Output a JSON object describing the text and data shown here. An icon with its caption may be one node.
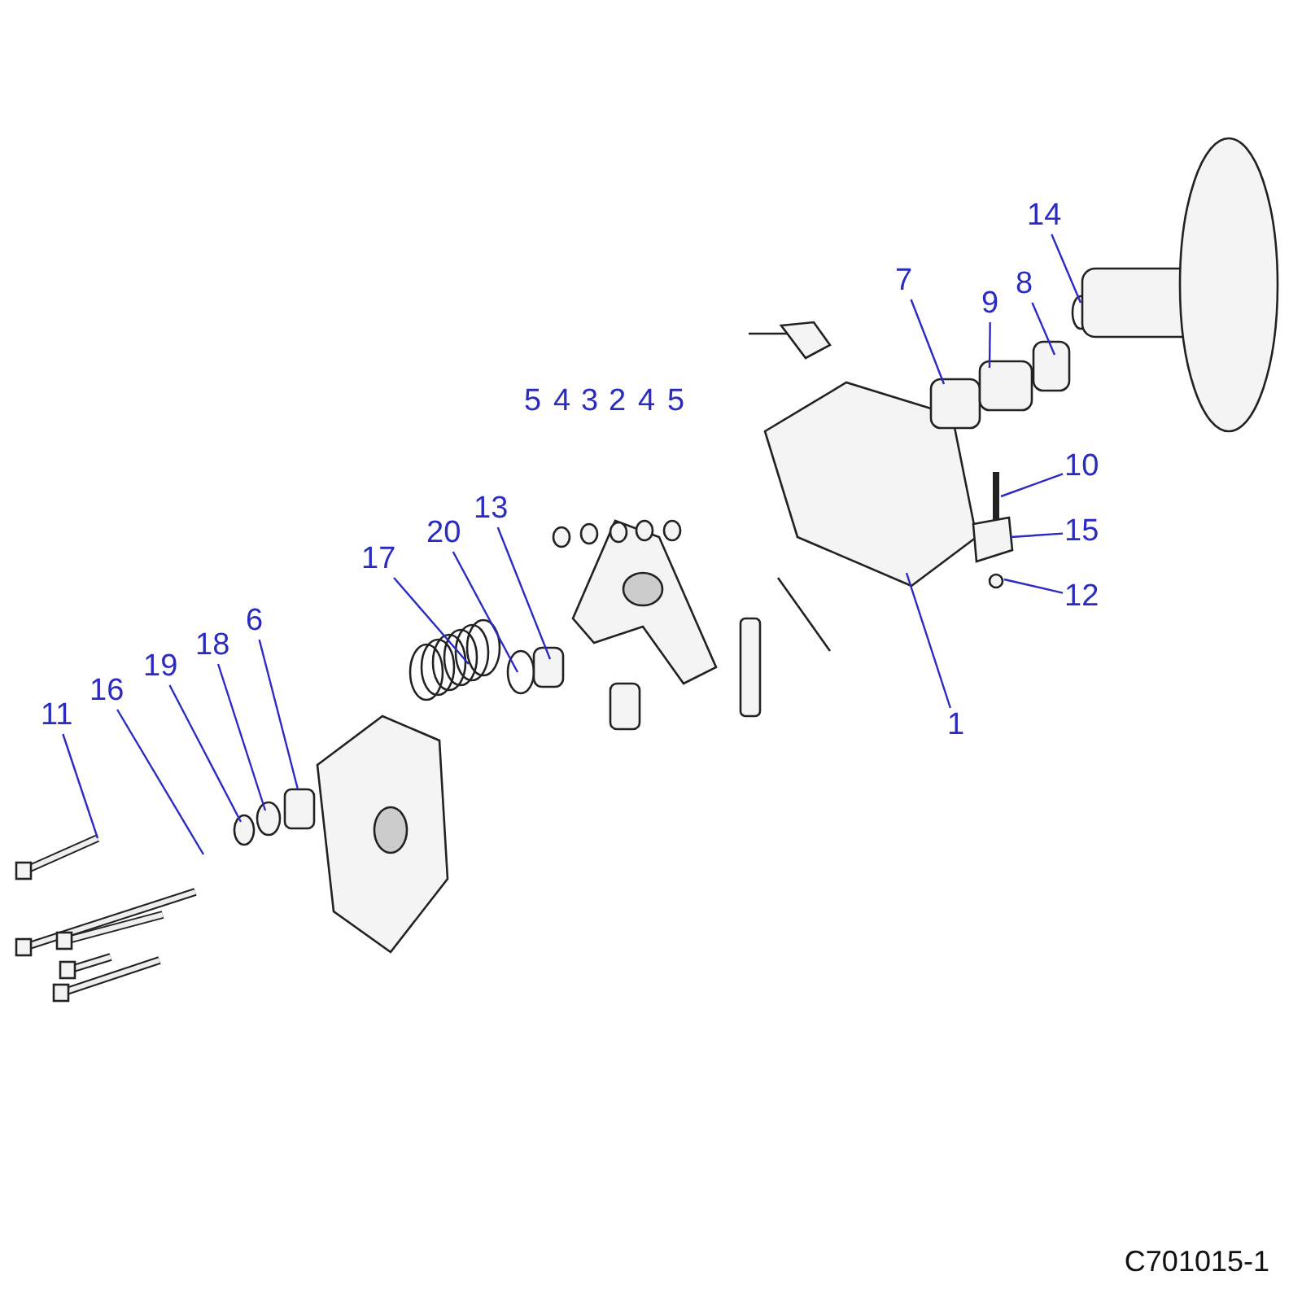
{
  "diagram": {
    "nodes": [
      {
        "text": [
          "11"
        ]
      },
      {
        "text": [
          "16"
        ]
      },
      {
        "text": [
          "19"
        ]
      },
      {
        "text": [
          "18"
        ]
      },
      {
        "text": [
          "6"
        ]
      },
      {
        "text": [
          "17"
        ]
      },
      {
        "text": [
          "20"
        ]
      },
      {
        "text": [
          "13"
        ]
      },
      {
        "text": [
          "7"
        ]
      },
      {
        "text": [
          "9"
        ]
      },
      {
        "text": [
          "8"
        ]
      },
      {
        "text": [
          "14"
        ]
      },
      {
        "text": [
          "10"
        ]
      },
      {
        "text": [
          "15"
        ]
      },
      {
        "text": [
          "12"
        ]
      },
      {
        "text": [
          "1"
        ]
      }
    ],
    "edges": [
      {
        "from": 0,
        "to": null,
        "arrow": "none"
      },
      {
        "from": 1,
        "to": null,
        "arrow": "none"
      },
      {
        "from": 2,
        "to": null,
        "arrow": "none"
      },
      {
        "from": 3,
        "to": null,
        "arrow": "none"
      },
      {
        "from": 4,
        "to": null,
        "arrow": "none"
      },
      {
        "from": 5,
        "to": null,
        "arrow": "none"
      },
      {
        "from": 6,
        "to": null,
        "arrow": "none"
      },
      {
        "from": 7,
        "to": null,
        "arrow": "none"
      },
      {
        "from": 8,
        "to": null,
        "arrow": "none"
      },
      {
        "from": 9,
        "to": null,
        "arrow": "none"
      },
      {
        "from": 10,
        "to": null,
        "arrow": "none"
      },
      {
        "from": 11,
        "to": null,
        "arrow": "none"
      },
      {
        "from": 12,
        "to": null,
        "arrow": "none"
      },
      {
        "from": 13,
        "to": null,
        "arrow": "none"
      },
      {
        "from": 14,
        "to": null,
        "arrow": "none"
      },
      {
        "from": 15,
        "to": null,
        "arrow": "none"
      }
    ],
    "labels": [
      "5",
      "4",
      "3",
      "2",
      "4",
      "5",
      "C701015-1"
    ]
  }
}
